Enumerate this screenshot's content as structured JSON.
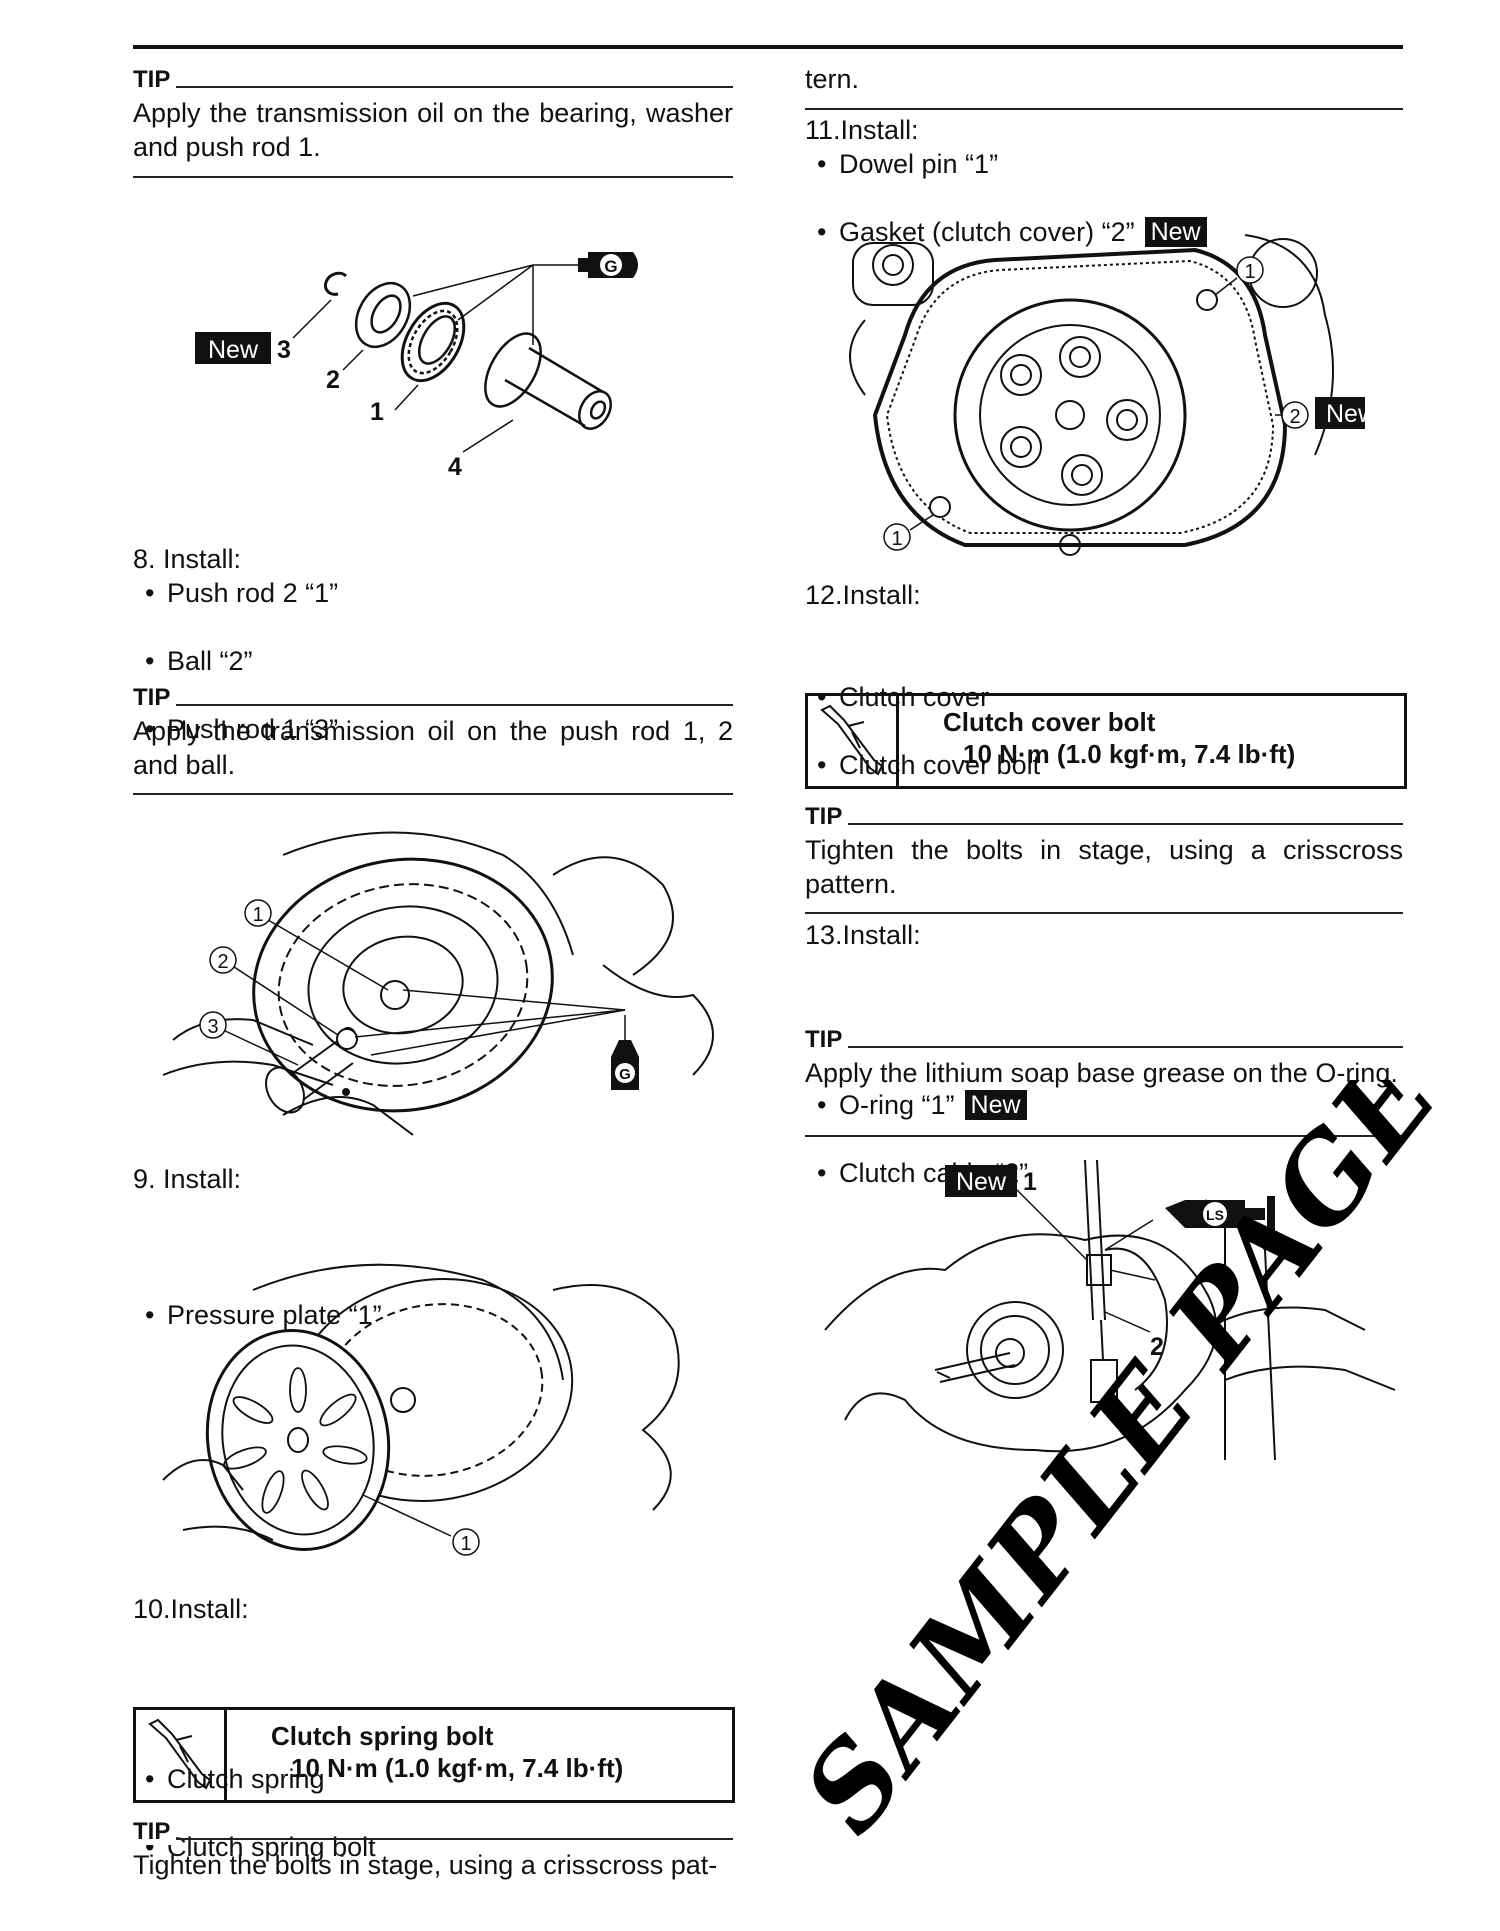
{
  "tip_label": "TIP",
  "new_label": "New",
  "left": {
    "tip1_text": "Apply the transmission oil on the bearing, washer and push rod 1.",
    "fig1_labels": {
      "l3": "3",
      "l2": "2",
      "l1": "1",
      "l4": "4",
      "g": "G"
    },
    "step8": {
      "title": "8.  Install:",
      "items": [
        "Push rod 2 “1”",
        "Ball “2”",
        "Push rod 1 “3”"
      ]
    },
    "tip2_text": "Apply the transmission oil on the push rod 1, 2 and ball.",
    "fig2_labels": {
      "c1": "1",
      "c2": "2",
      "c3": "3",
      "g": "G"
    },
    "step9": {
      "title": "9.  Install:",
      "items": [
        "Pressure plate “1”"
      ]
    },
    "fig3_labels": {
      "c1": "1"
    },
    "step10": {
      "title": "10.Install:",
      "items": [
        "Clutch spring",
        "Clutch spring bolt"
      ]
    },
    "torque": {
      "name": "Clutch spring bolt",
      "value": "10 N·m (1.0 kgf·m, 7.4 lb·ft)"
    },
    "tip3_text": "Tighten the bolts in stage, using a crisscross pat-"
  },
  "right": {
    "cont_text": "tern.",
    "step11": {
      "title": "11.Install:",
      "items": [
        "Dowel pin “1”",
        "Gasket (clutch cover) “2”"
      ]
    },
    "fig4_labels": {
      "c1a": "1",
      "c2": "2",
      "c1b": "1"
    },
    "step12": {
      "title": "12.Install:",
      "items": [
        "Clutch cover",
        "Clutch cover bolt"
      ]
    },
    "torque": {
      "name": "Clutch cover bolt",
      "value": "10 N·m (1.0 kgf·m, 7.4 lb·ft)"
    },
    "tip4_text": "Tighten the bolts in stage, using a crisscross pattern.",
    "step13": {
      "title": "13.Install:",
      "items": [
        "O-ring “1”",
        "Clutch cable “2”"
      ]
    },
    "tip5_text": "Apply the lithium soap base grease on the O-ring.",
    "fig5_labels": {
      "l1": "1",
      "l2": "2",
      "ls": "LS"
    }
  },
  "watermark": "SAMPLE PAGE"
}
